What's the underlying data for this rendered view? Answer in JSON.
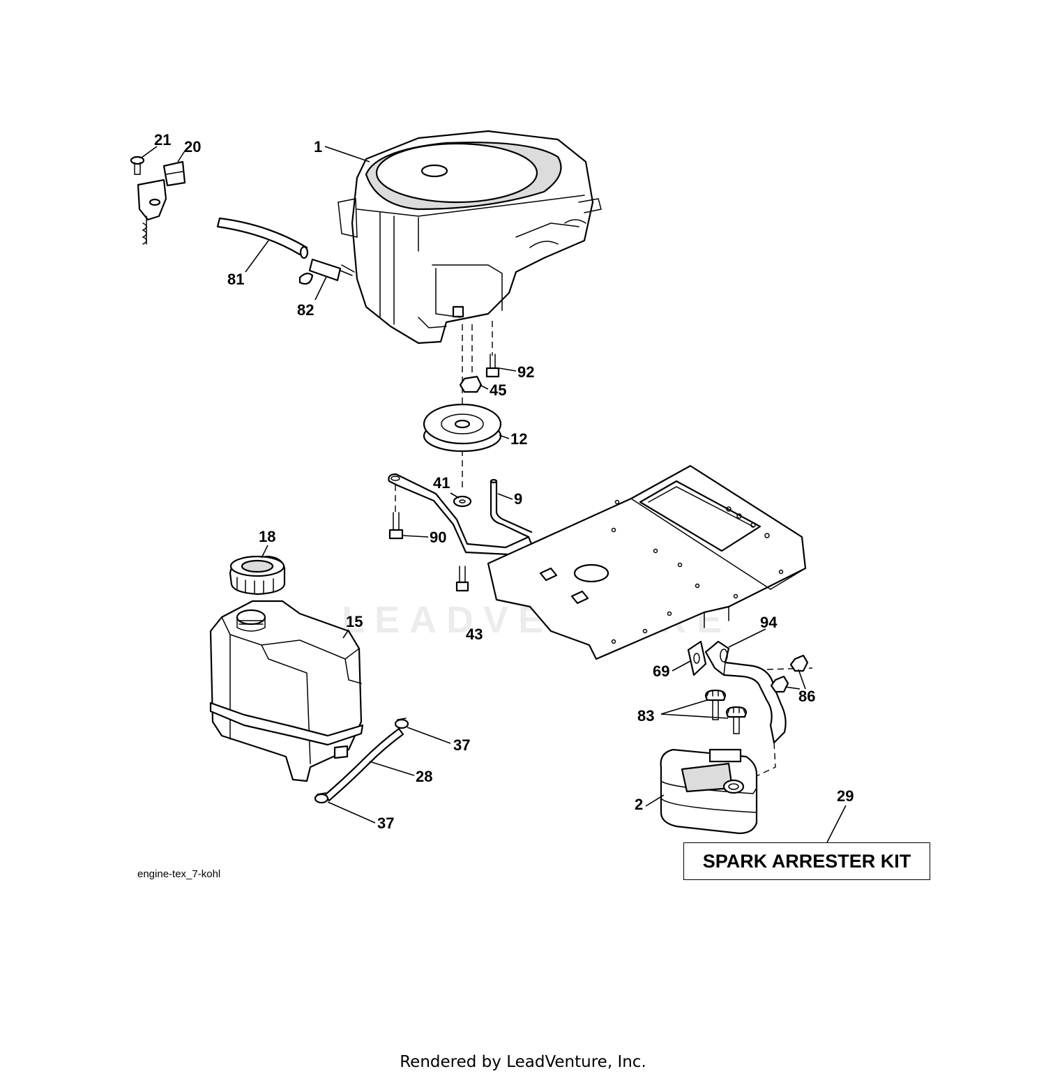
{
  "diagram": {
    "diagram_id": "engine-tex_7-kohl",
    "kit_label": "SPARK ARRESTER KIT",
    "watermark": "LEADVENTURE",
    "footer": "Rendered by LeadVenture, Inc.",
    "callouts": {
      "engine": "1",
      "muffler": "2",
      "fuel_line_9": "9",
      "pulley": "12",
      "fuel_tank": "15",
      "fuel_cap": "18",
      "dipstick_tube": "20",
      "screw_21": "21",
      "fuel_hose_28": "28",
      "kit_29": "29",
      "clamp_37_top": "37",
      "clamp_37_bottom": "37",
      "washer_41": "41",
      "bolt_43": "43",
      "nut_45": "45",
      "gasket_69": "69",
      "drain_hose_81": "81",
      "drain_valve_82": "82",
      "bolts_83": "83",
      "nuts_86": "86",
      "bolt_90": "90",
      "bolt_92": "92",
      "exhaust_pipe_94": "94"
    }
  }
}
